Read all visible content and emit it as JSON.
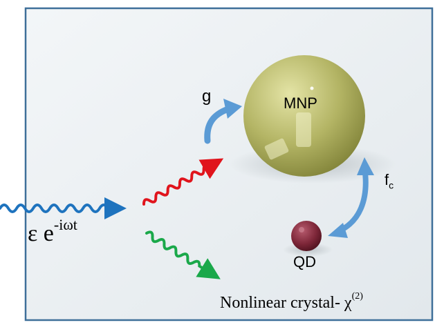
{
  "labels": {
    "mnp": "MNP",
    "qd": "QD",
    "g": "g",
    "fc_base": "f",
    "fc_sub": "c",
    "field_main": "ε e",
    "field_sup": "-iωt",
    "crystal_main": "Nonlinear crystal- χ",
    "crystal_sup": "(2)"
  },
  "colors": {
    "frame": "#3e6f99",
    "background": "#eef2f5",
    "incident_wave": "#1e73be",
    "red_wave": "#e0141c",
    "green_wave": "#1aa84a",
    "coupling_arrow": "#5b9bd5",
    "mnp_sphere": "#b8b96a",
    "qd_sphere": "#7a2233"
  }
}
